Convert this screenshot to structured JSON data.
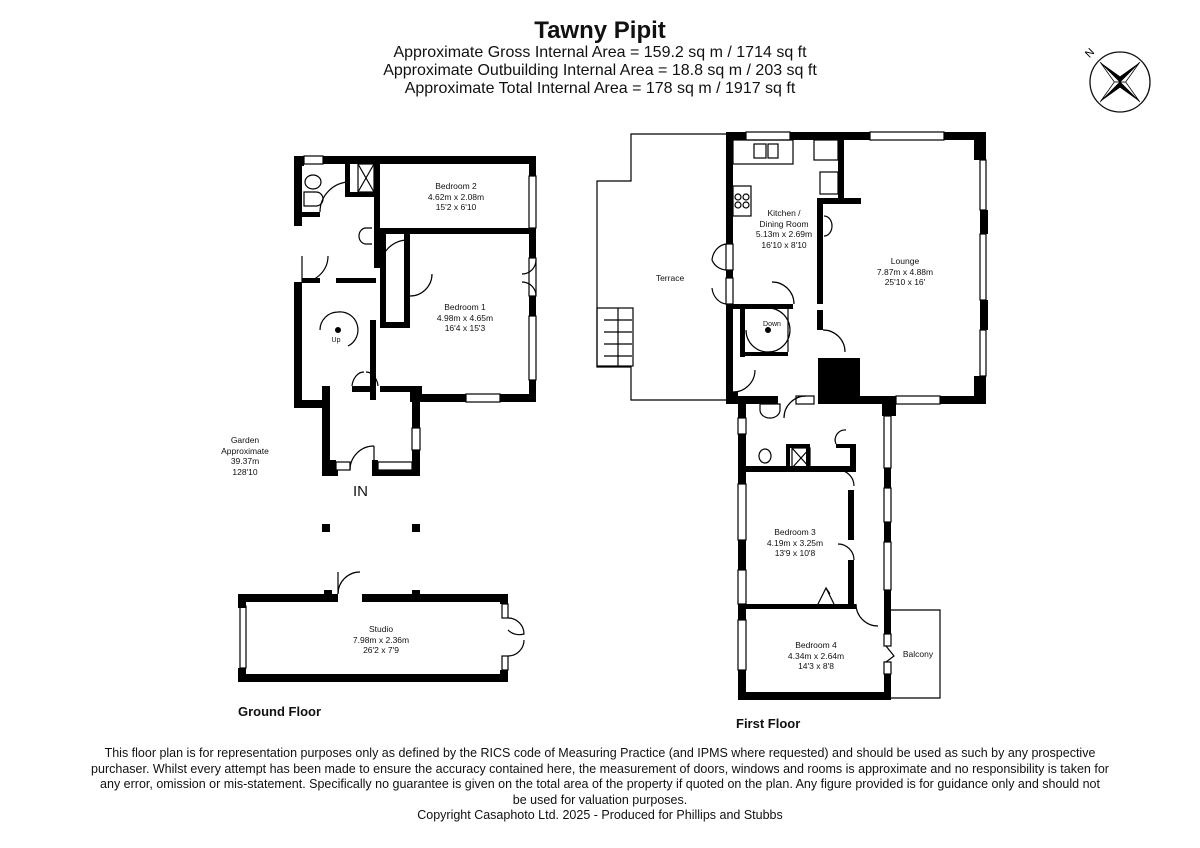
{
  "header": {
    "title": "Tawny Pipit",
    "areas": [
      "Approximate Gross Internal Area = 159.2 sq m / 1714 sq ft",
      "Approximate Outbuilding Internal Area = 18.8 sq m / 203 sq ft",
      "Approximate Total Internal Area = 178 sq m / 1917 sq ft"
    ]
  },
  "compass": {
    "label": "N",
    "icon": "north-compass-icon"
  },
  "ground_floor": {
    "label": "Ground Floor",
    "entrance_label": "IN",
    "rooms": [
      {
        "name": "Bedroom 2",
        "metric": "4.62m x 2.08m",
        "imperial": "15'2 x 6'10"
      },
      {
        "name": "Bedroom 1",
        "metric": "4.98m x 4.65m",
        "imperial": "16'4 x 15'3"
      },
      {
        "name": "Studio",
        "metric": "7.98m x 2.36m",
        "imperial": "26'2 x 7'9"
      }
    ],
    "stairs_label": "Up",
    "garden": {
      "name": "Garden",
      "qualifier": "Approximate",
      "metric": "39.37m",
      "imperial": "128'10"
    }
  },
  "first_floor": {
    "label": "First Floor",
    "rooms": [
      {
        "name": "Kitchen /",
        "name2": "Dining Room",
        "metric": "5.13m x 2.69m",
        "imperial": "16'10 x 8'10"
      },
      {
        "name": "Lounge",
        "metric": "7.87m x 4.88m",
        "imperial": "25'10 x 16'"
      },
      {
        "name": "Terrace"
      },
      {
        "name": "Bedroom 3",
        "metric": "4.19m x 3.25m",
        "imperial": "13'9 x 10'8"
      },
      {
        "name": "Bedroom 4",
        "metric": "4.34m x 2.64m",
        "imperial": "14'3 x 8'8"
      },
      {
        "name": "Balcony"
      }
    ],
    "stairs_label": "Down"
  },
  "footer": {
    "disclaimer": [
      "This floor plan is for representation purposes only as defined by the RICS code of Measuring Practice (and IPMS where requested) and should be used as such by any prospective",
      "purchaser. Whilst every attempt has been made to ensure the accuracy contained here, the measurement of doors, windows and rooms is approximate and no responsibility is taken for",
      "any error, omission or mis-statement. Specifically no guarantee is given on the total area of the property if quoted on the plan. Any figure provided is for guidance only and should not",
      "be used for valuation purposes."
    ],
    "copyright": "Copyright Casaphoto Ltd. 2025 - Produced for Phillips and Stubbs"
  }
}
